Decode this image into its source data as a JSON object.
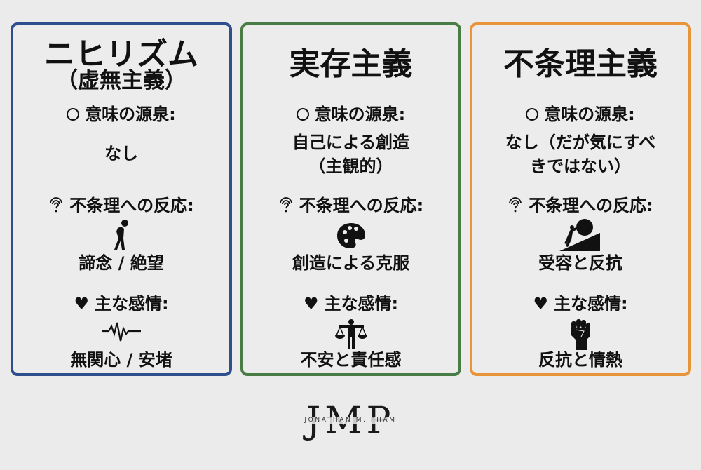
{
  "panels": [
    {
      "id": "nihilism",
      "border_color": "#2d4f8e",
      "title": "ニヒリズム",
      "subtitle": "（虚無主義）",
      "meaning_label": "意味の源泉:",
      "meaning_value_lines": [
        "なし"
      ],
      "reaction_label": "不条理への反応:",
      "reaction_icon": "slumped-person-icon",
      "reaction_value": "諦念 / 絶望",
      "emotion_label": "主な感情:",
      "emotion_icon": "flatline-heartbeat-icon",
      "emotion_value": "無関心 / 安堵"
    },
    {
      "id": "existentialism",
      "border_color": "#4a7d45",
      "title": "実存主義",
      "subtitle": "",
      "meaning_label": "意味の源泉:",
      "meaning_value_lines": [
        "自己による創造",
        "（主観的）"
      ],
      "reaction_label": "不条理への反応:",
      "reaction_icon": "palette-icon",
      "reaction_value": "創造による克服",
      "emotion_label": "主な感情:",
      "emotion_icon": "person-scales-icon",
      "emotion_value": "不安と責任感"
    },
    {
      "id": "absurdism",
      "border_color": "#e8943a",
      "title": "不条理主義",
      "subtitle": "",
      "meaning_label": "意味の源泉:",
      "meaning_value_lines": [
        "なし（だが気にすべ",
        "きではない）"
      ],
      "reaction_label": "不条理への反応:",
      "reaction_icon": "sisyphus-boulder-icon",
      "reaction_value": "受容と反抗",
      "emotion_label": "主な感情:",
      "emotion_icon": "raised-fist-icon",
      "emotion_value": "反抗と情熱"
    }
  ],
  "icons": {
    "meaning": "circle-icon",
    "reaction": "question-signal-icon",
    "emotion": "heart-icon",
    "heart_glyph": "♥"
  },
  "logo": {
    "mark": "JMP",
    "name": "JONATHAN M. PHAM"
  },
  "colors": {
    "background": "#ebebeb",
    "blue": "#2d4f8e",
    "green": "#4a7d45",
    "orange": "#e8943a"
  }
}
